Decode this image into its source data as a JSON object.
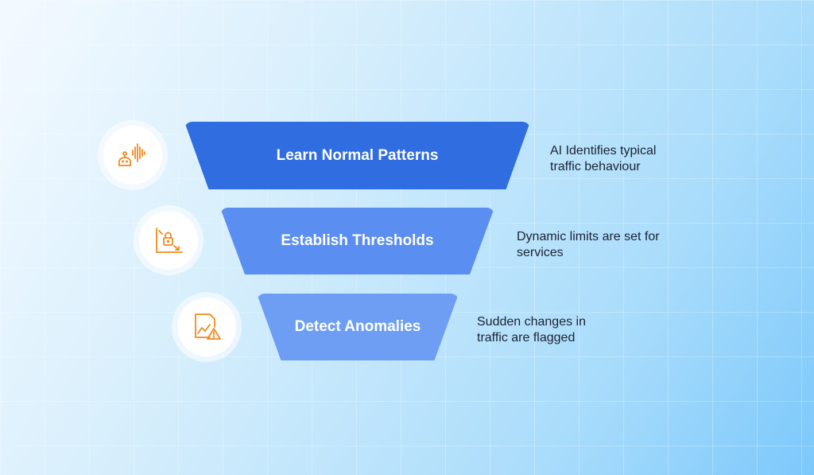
{
  "steps": [
    {
      "title": "Learn Normal Patterns",
      "description_line1": "AI Identifies typical",
      "description_line2": "traffic behaviour",
      "icon": "robot-soundwave-icon",
      "color": "#2f6de0"
    },
    {
      "title": "Establish Thresholds",
      "description_line1": "Dynamic limits are set for",
      "description_line2": "services",
      "icon": "chart-lock-icon",
      "color": "#5a8ef0"
    },
    {
      "title": "Detect Anomalies",
      "description_line1": "Sudden changes in",
      "description_line2": "traffic are flagged",
      "icon": "report-warning-icon",
      "color": "#6d9ef3"
    }
  ],
  "icon_color": "#f08a1c"
}
